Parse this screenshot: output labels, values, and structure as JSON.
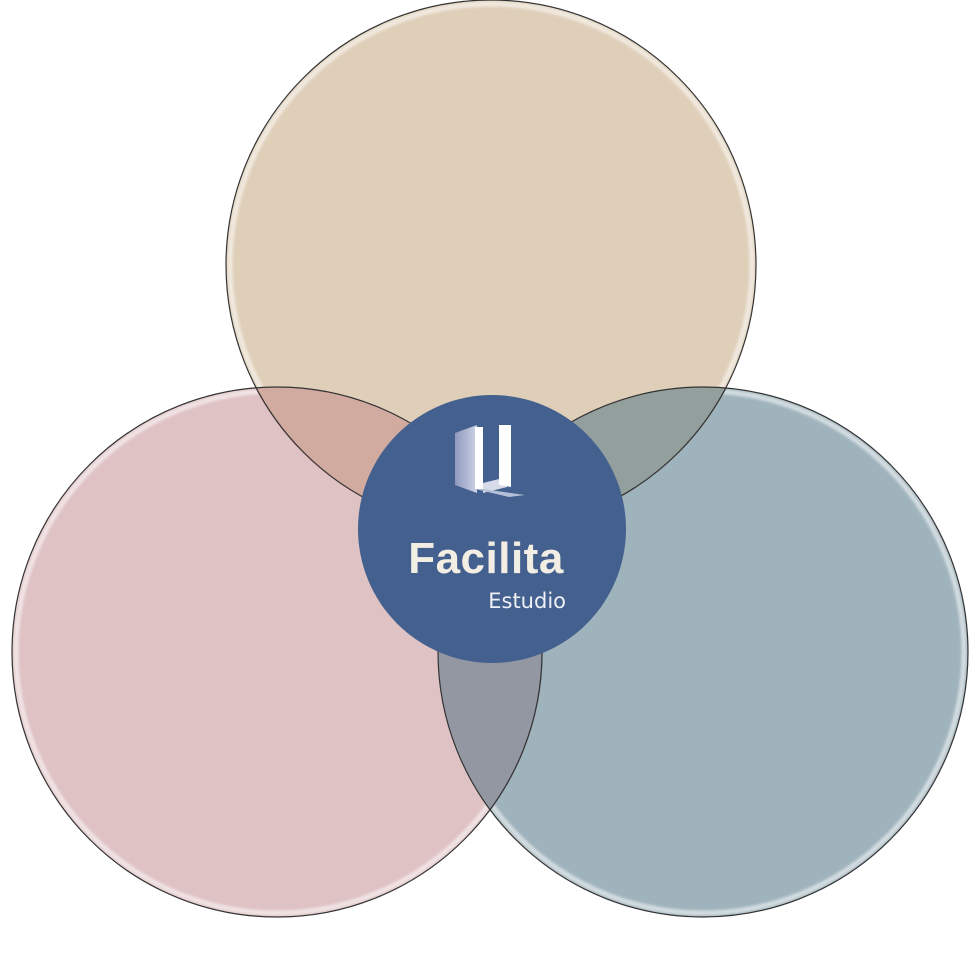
{
  "diagram": {
    "type": "venn-3",
    "circles": [
      {
        "id": "top",
        "fill": "#dfcfb9"
      },
      {
        "id": "left",
        "fill": "#dfc2c4"
      },
      {
        "id": "right",
        "fill": "#9fb3bc"
      }
    ],
    "overlaps": {
      "top_left": "#d1aaa0",
      "top_right": "#939f9d",
      "left_right": "#9297a2"
    },
    "outline_color": "#333333"
  },
  "logo": {
    "title": "Facilita",
    "subtitle": "Estudio",
    "badge_color": "#44608e",
    "mark_icon": "door-icon"
  }
}
